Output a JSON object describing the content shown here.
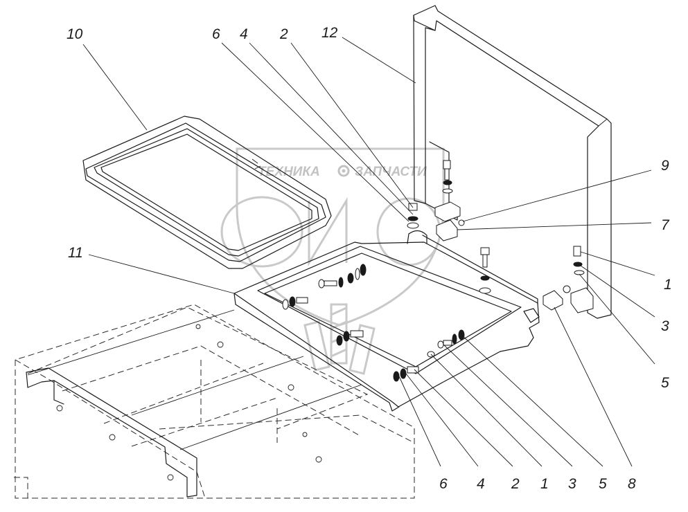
{
  "watermark": {
    "left_text": "ТЕХНИКА",
    "right_text": "ЗАПЧАСТИ",
    "brand_icon": "gear-icon",
    "color": "#c9c9c9"
  },
  "callouts": {
    "top": [
      "10",
      "6",
      "4",
      "2",
      "12"
    ],
    "right": [
      "9",
      "7",
      "1",
      "3",
      "5"
    ],
    "left": [
      "11"
    ],
    "bottom": [
      "6",
      "4",
      "2",
      "1",
      "3",
      "5",
      "8"
    ]
  },
  "colors": {
    "line": "#1a1a1a",
    "background": "#ffffff"
  }
}
